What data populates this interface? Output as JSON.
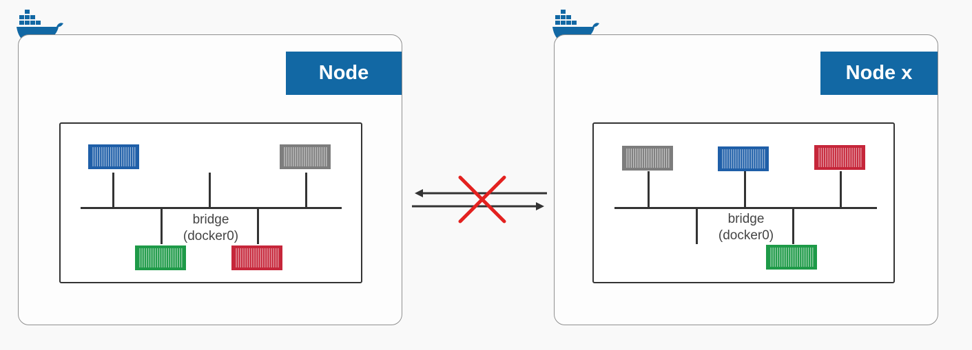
{
  "nodes": {
    "left": {
      "title": "Node",
      "bridge_name": "bridge",
      "bridge_iface": "(docker0)"
    },
    "right": {
      "title": "Node x",
      "bridge_name": "bridge",
      "bridge_iface": "(docker0)"
    }
  },
  "colors": {
    "label_bg": "#1268a4",
    "container_blue": "#1f5fa8",
    "container_gray": "#7d7d7d",
    "container_green": "#1e9a48",
    "container_red": "#c6263a",
    "cross_red": "#e3211f",
    "docker_logo": "#1268a4"
  },
  "icons": {
    "logo": "docker-whale-icon",
    "blocked": "red-x-cross-icon"
  }
}
